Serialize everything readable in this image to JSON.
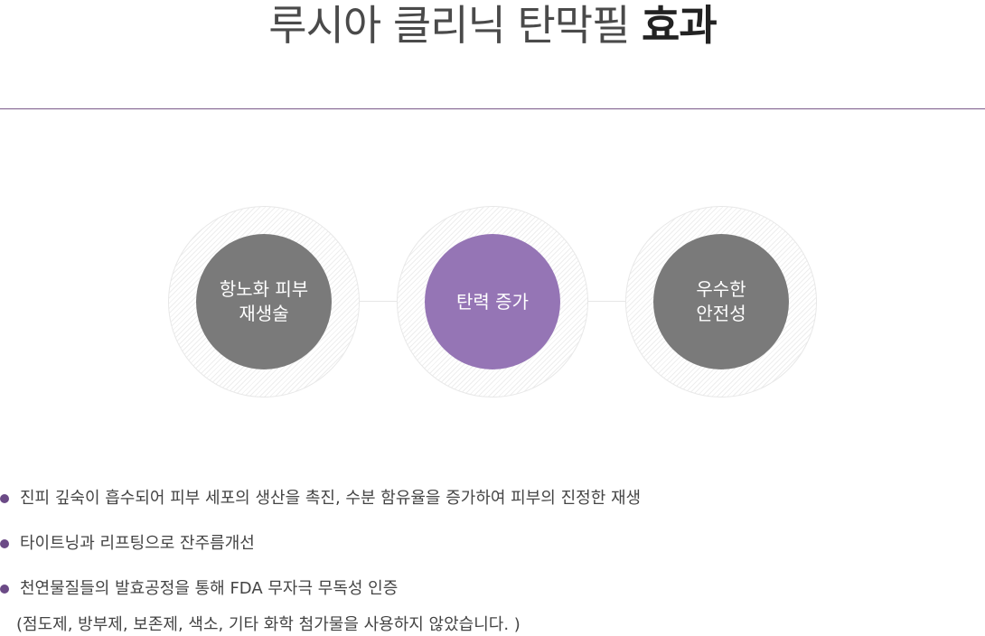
{
  "header": {
    "title_light": "루시아 클리닉 탄막필",
    "title_bold": "효과"
  },
  "effects": [
    {
      "line1": "항노화 피부",
      "line2": "재생술"
    },
    {
      "line1": "탄력 증가",
      "line2": ""
    },
    {
      "line1": "우수한",
      "line2": "안전성"
    }
  ],
  "bullets": [
    "진피 깊숙이 흡수되어 피부 세포의 생산을 촉진, 수분 함유율을 증가하여 피부의 진정한 재생",
    "타이트닝과 리프팅으로 잔주름개선",
    "천연물질들의 발효공정을 통해 FDA 무자극 무독성 인증"
  ],
  "bullet_note": "(점도제, 방부제, 보존제, 색소, 기타 화학 첨가물을 사용하지 않았습니다. )",
  "colors": {
    "accent": "#9575b5",
    "grey_disc": "#7a7a7a",
    "rule": "#7b5a8a",
    "bullet_dot": "#6b4a86"
  }
}
